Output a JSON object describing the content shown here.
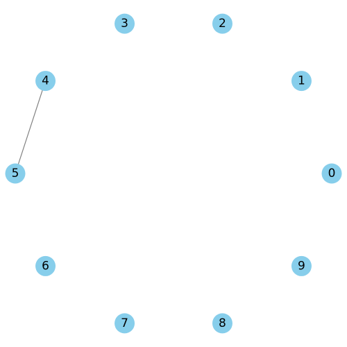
{
  "graph": {
    "nodes": [
      {
        "id": "0",
        "label": "0"
      },
      {
        "id": "1",
        "label": "1"
      },
      {
        "id": "2",
        "label": "2"
      },
      {
        "id": "3",
        "label": "3"
      },
      {
        "id": "4",
        "label": "4"
      },
      {
        "id": "5",
        "label": "5"
      },
      {
        "id": "6",
        "label": "6"
      },
      {
        "id": "7",
        "label": "7"
      },
      {
        "id": "8",
        "label": "8"
      },
      {
        "id": "9",
        "label": "9"
      }
    ],
    "edges": [
      {
        "source": "4",
        "target": "5"
      }
    ],
    "layout": "circular",
    "colors": {
      "node": "#87ceeb",
      "edge": "#808080",
      "label": "#000000",
      "background": "#ffffff"
    }
  }
}
